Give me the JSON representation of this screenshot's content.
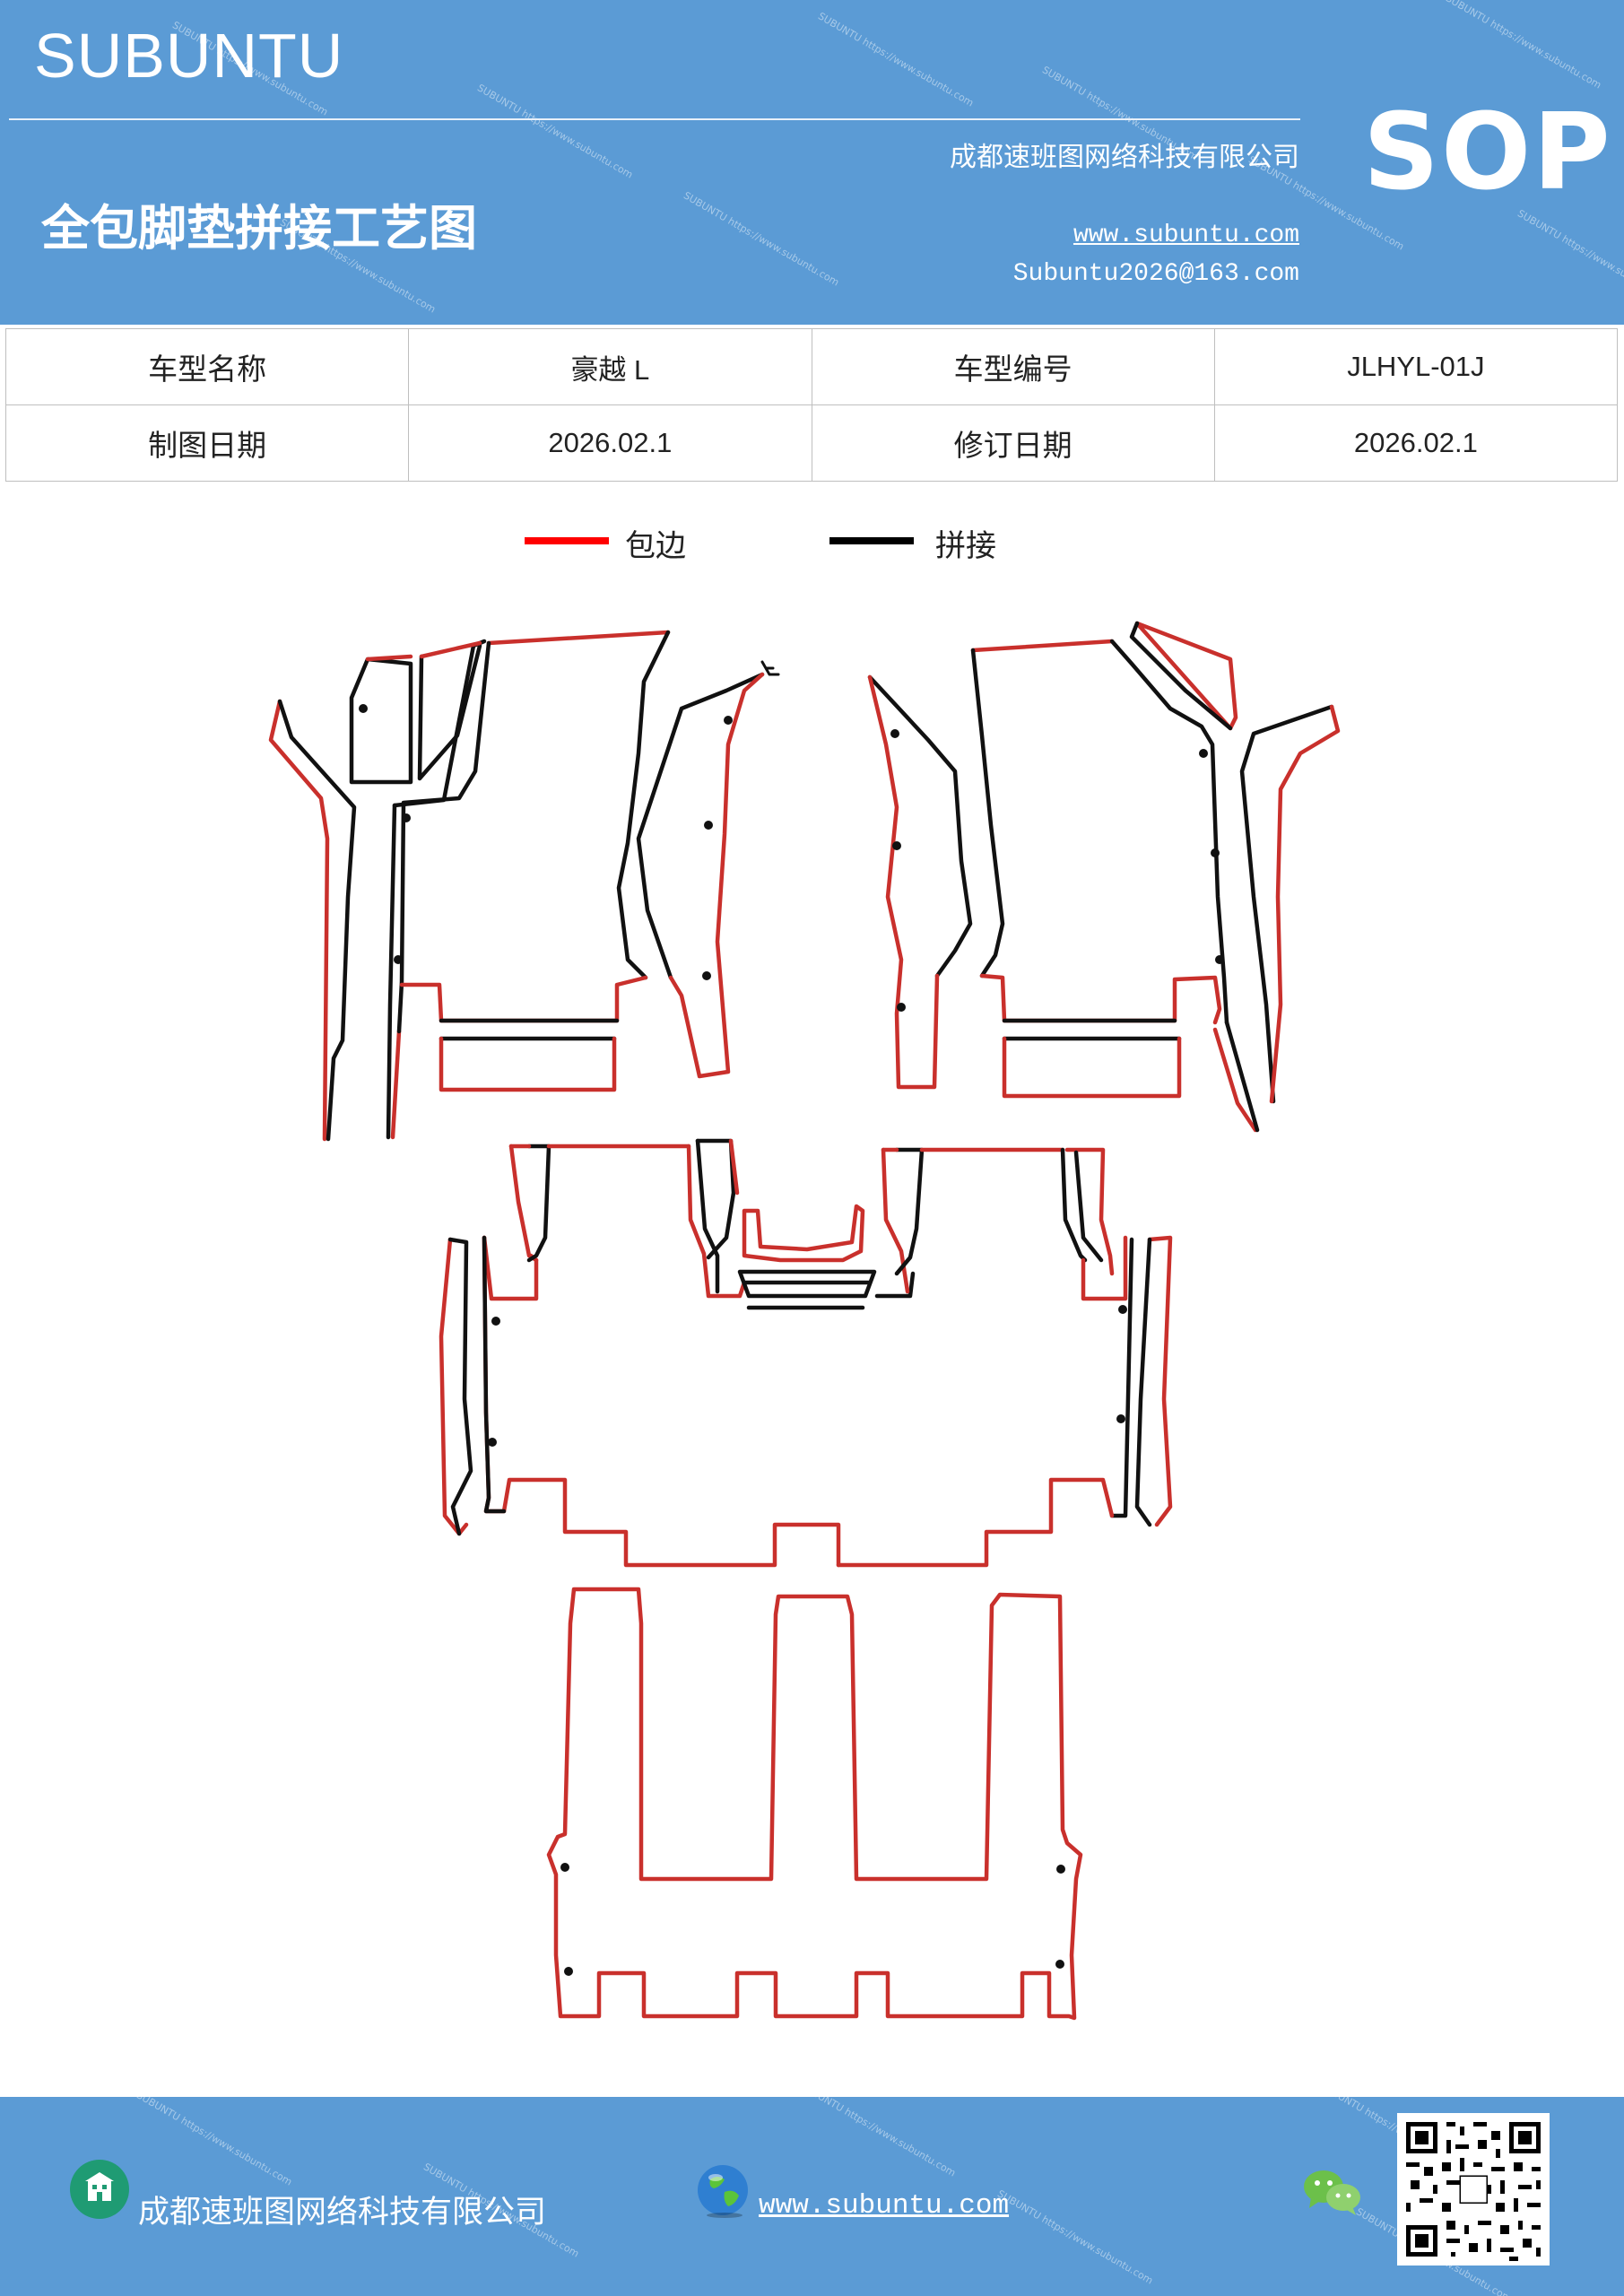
{
  "header": {
    "brand": "SUBUNTU",
    "company": "成都速班图网络科技有限公司",
    "title": "全包脚垫拼接工艺图",
    "website": "www.subuntu.com",
    "email": "Subuntu2026@163.com",
    "badge": "SOP"
  },
  "info_table": {
    "rows": [
      [
        "车型名称",
        "豪越 L",
        "车型编号",
        "JLHYL-01J"
      ],
      [
        "制图日期",
        "2026.02.1",
        "修订日期",
        "2026.02.1"
      ]
    ]
  },
  "legend": [
    {
      "label": "包边",
      "color": "#ff0000"
    },
    {
      "label": "拼接",
      "color": "#000000"
    }
  ],
  "colors": {
    "brand_blue": "#5b9bd5",
    "edge_wrap": "#c9302c",
    "seam": "#111111"
  },
  "footer": {
    "company": "成都速班图网络科技有限公司",
    "website": "www.subuntu.com ",
    "icons": [
      "building-icon",
      "globe-icon",
      "wechat-icon",
      "qr-code"
    ]
  }
}
